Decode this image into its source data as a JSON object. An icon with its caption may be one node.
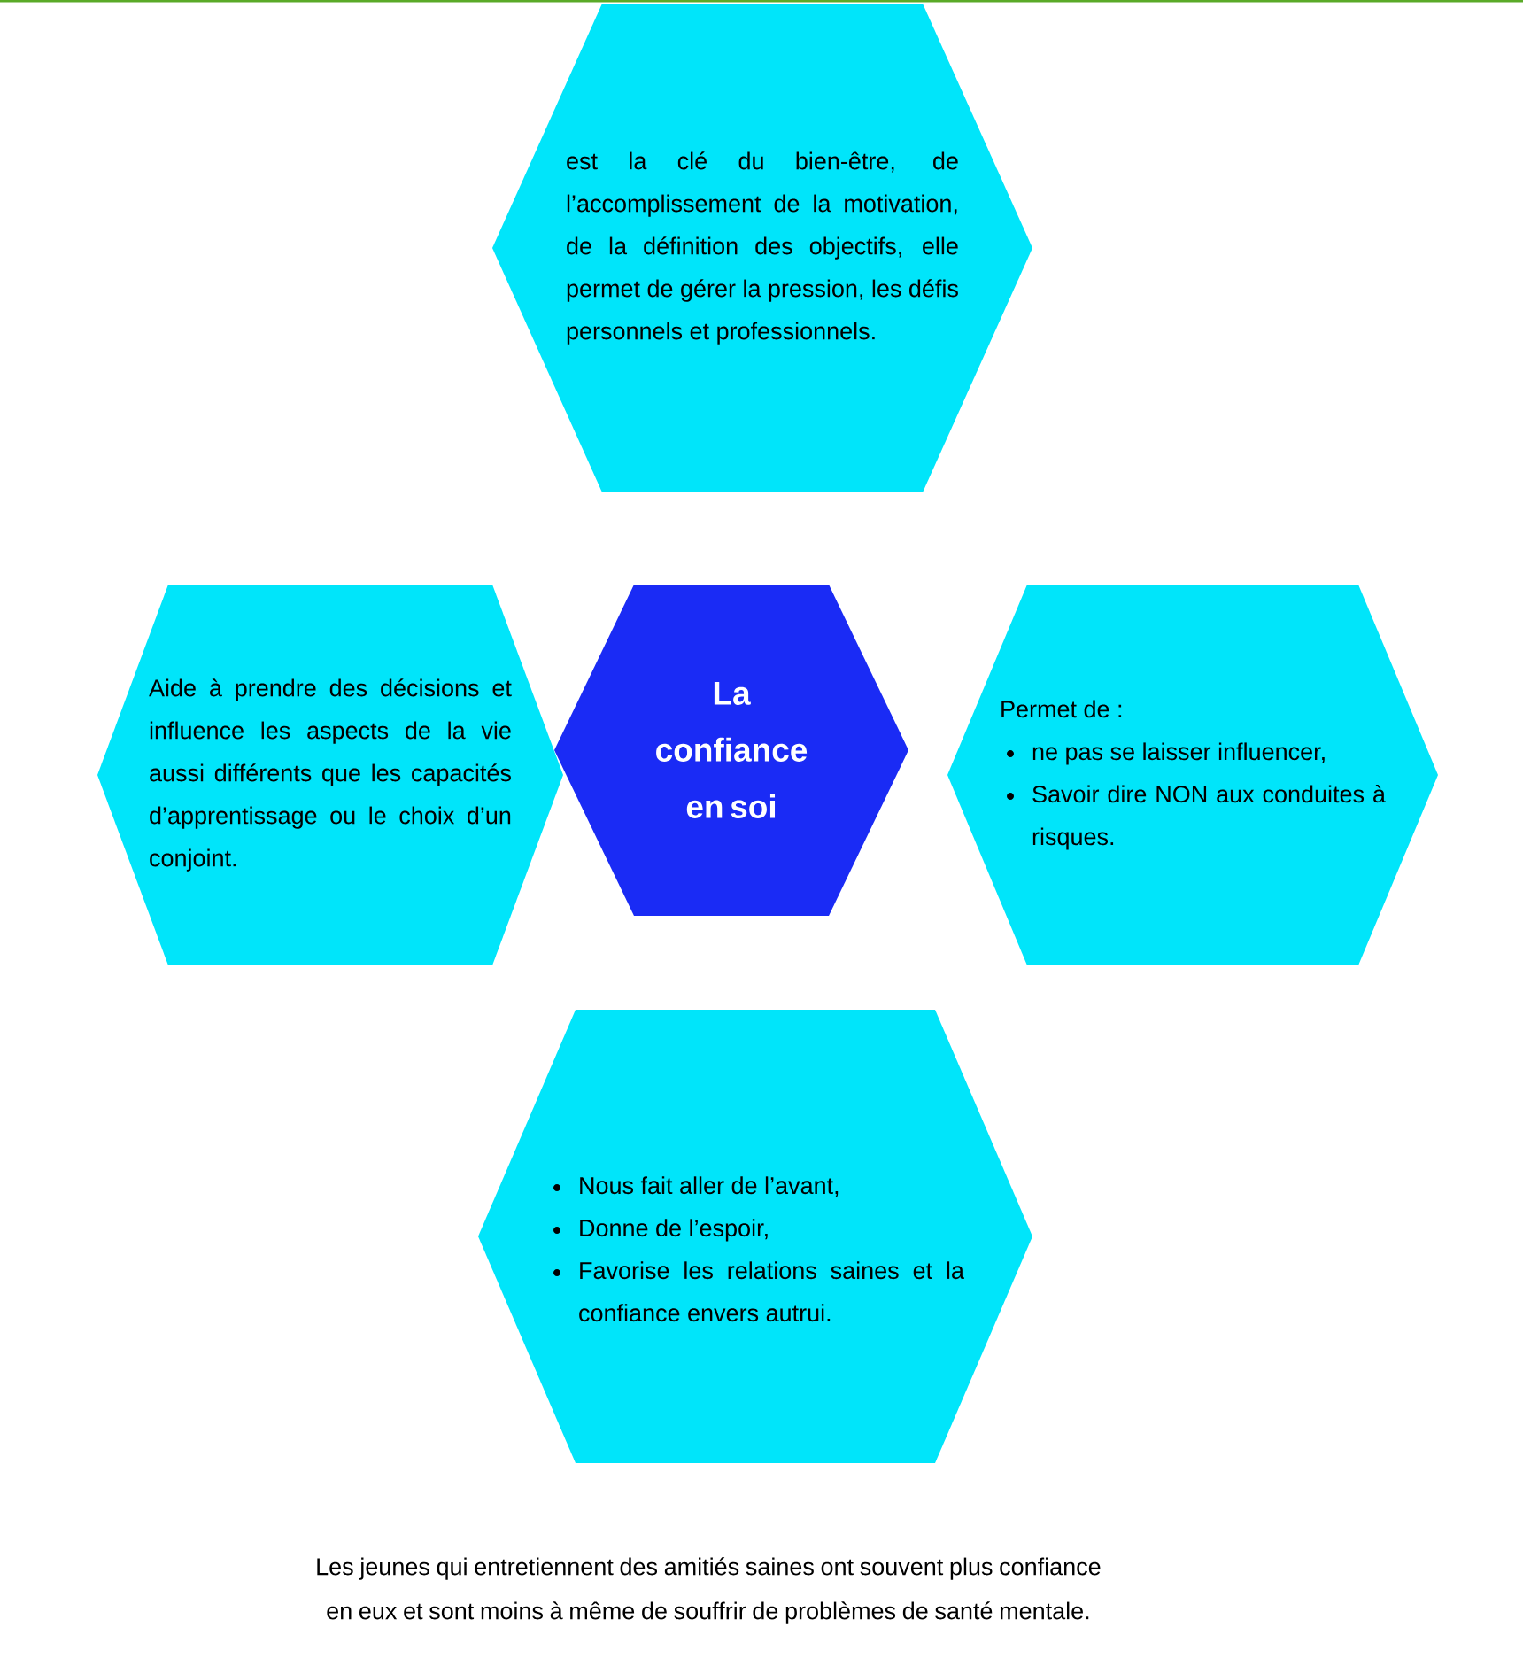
{
  "diagram": {
    "caption": "Les jeunes qui entretiennent des amitiés saines ont souvent plus confiance en eux et sont moins à même de souffrir de problèmes de santé mentale.",
    "nodes": [
      {
        "text": [
          "La confiance en soi"
        ]
      },
      {
        "text": [
          "est la clé du bien-être, de l’accomplissement de la motivation, de la définition des objectifs, elle permet de gérer la pression, les défis personnels et professionnels."
        ]
      },
      {
        "text": [
          "Aide à prendre des décisions et influence les aspects de la vie aussi différents que les capacités d’apprentissage ou le choix d’un conjoint."
        ]
      },
      {
        "text": [
          "Permet de :",
          "ne pas se laisser influencer,",
          "Savoir dire NON aux conduites à risques."
        ]
      },
      {
        "text": [
          "Nous fait aller de l’avant,",
          "Donne de l’espoir,",
          "Favorise les relations saines et la confiance envers autrui."
        ]
      }
    ],
    "edges": []
  }
}
